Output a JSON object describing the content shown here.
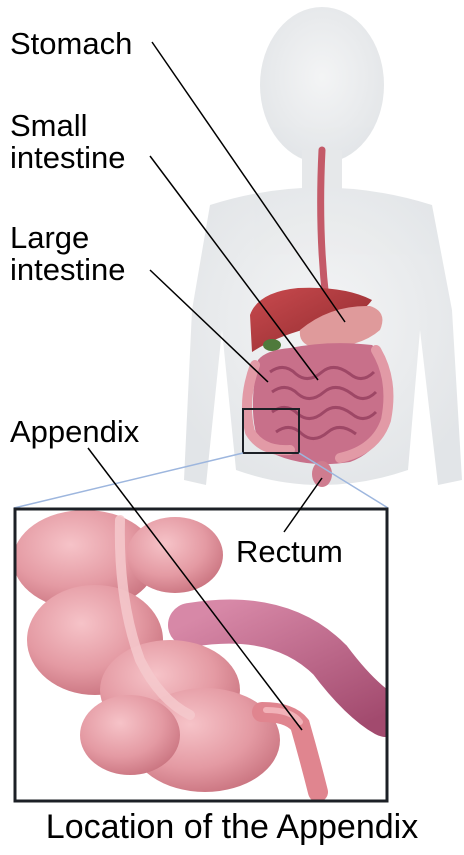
{
  "labels": {
    "stomach": "Stomach",
    "small_intestine": "Small\nintestine",
    "large_intestine": "Large\nintestine",
    "appendix": "Appendix",
    "rectum": "Rectum"
  },
  "caption": "Location of the Appendix",
  "colors": {
    "body_ghost": "#e7eaec",
    "liver": "#b8383c",
    "stomach": "#d98a8c",
    "intestine": "#c86f86",
    "colon": "#e49aa3",
    "frame": "#1c2026",
    "zoom_lines": "#9db6de",
    "leader_lines": "#000000"
  }
}
